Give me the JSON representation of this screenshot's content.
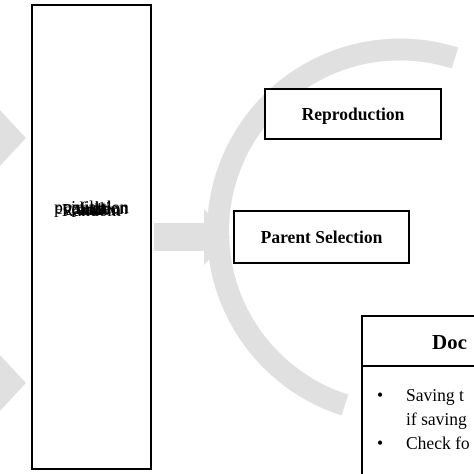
{
  "colors": {
    "arrow_fill": "#e0e0e0",
    "box_border": "#000000"
  },
  "init_box": {
    "lines": [
      "Random",
      "creation",
      "and",
      "evaluation",
      "of the",
      "initial",
      "population"
    ]
  },
  "reproduction_box": {
    "label": "Reproduction"
  },
  "parent_selection_box": {
    "label": "Parent Selection"
  },
  "documentation_box": {
    "title": "Doc",
    "bullets": [
      {
        "symbol": "•",
        "lines": [
          "Saving t",
          "if saving"
        ]
      },
      {
        "symbol": "•",
        "lines": [
          "Check fo"
        ]
      }
    ]
  }
}
